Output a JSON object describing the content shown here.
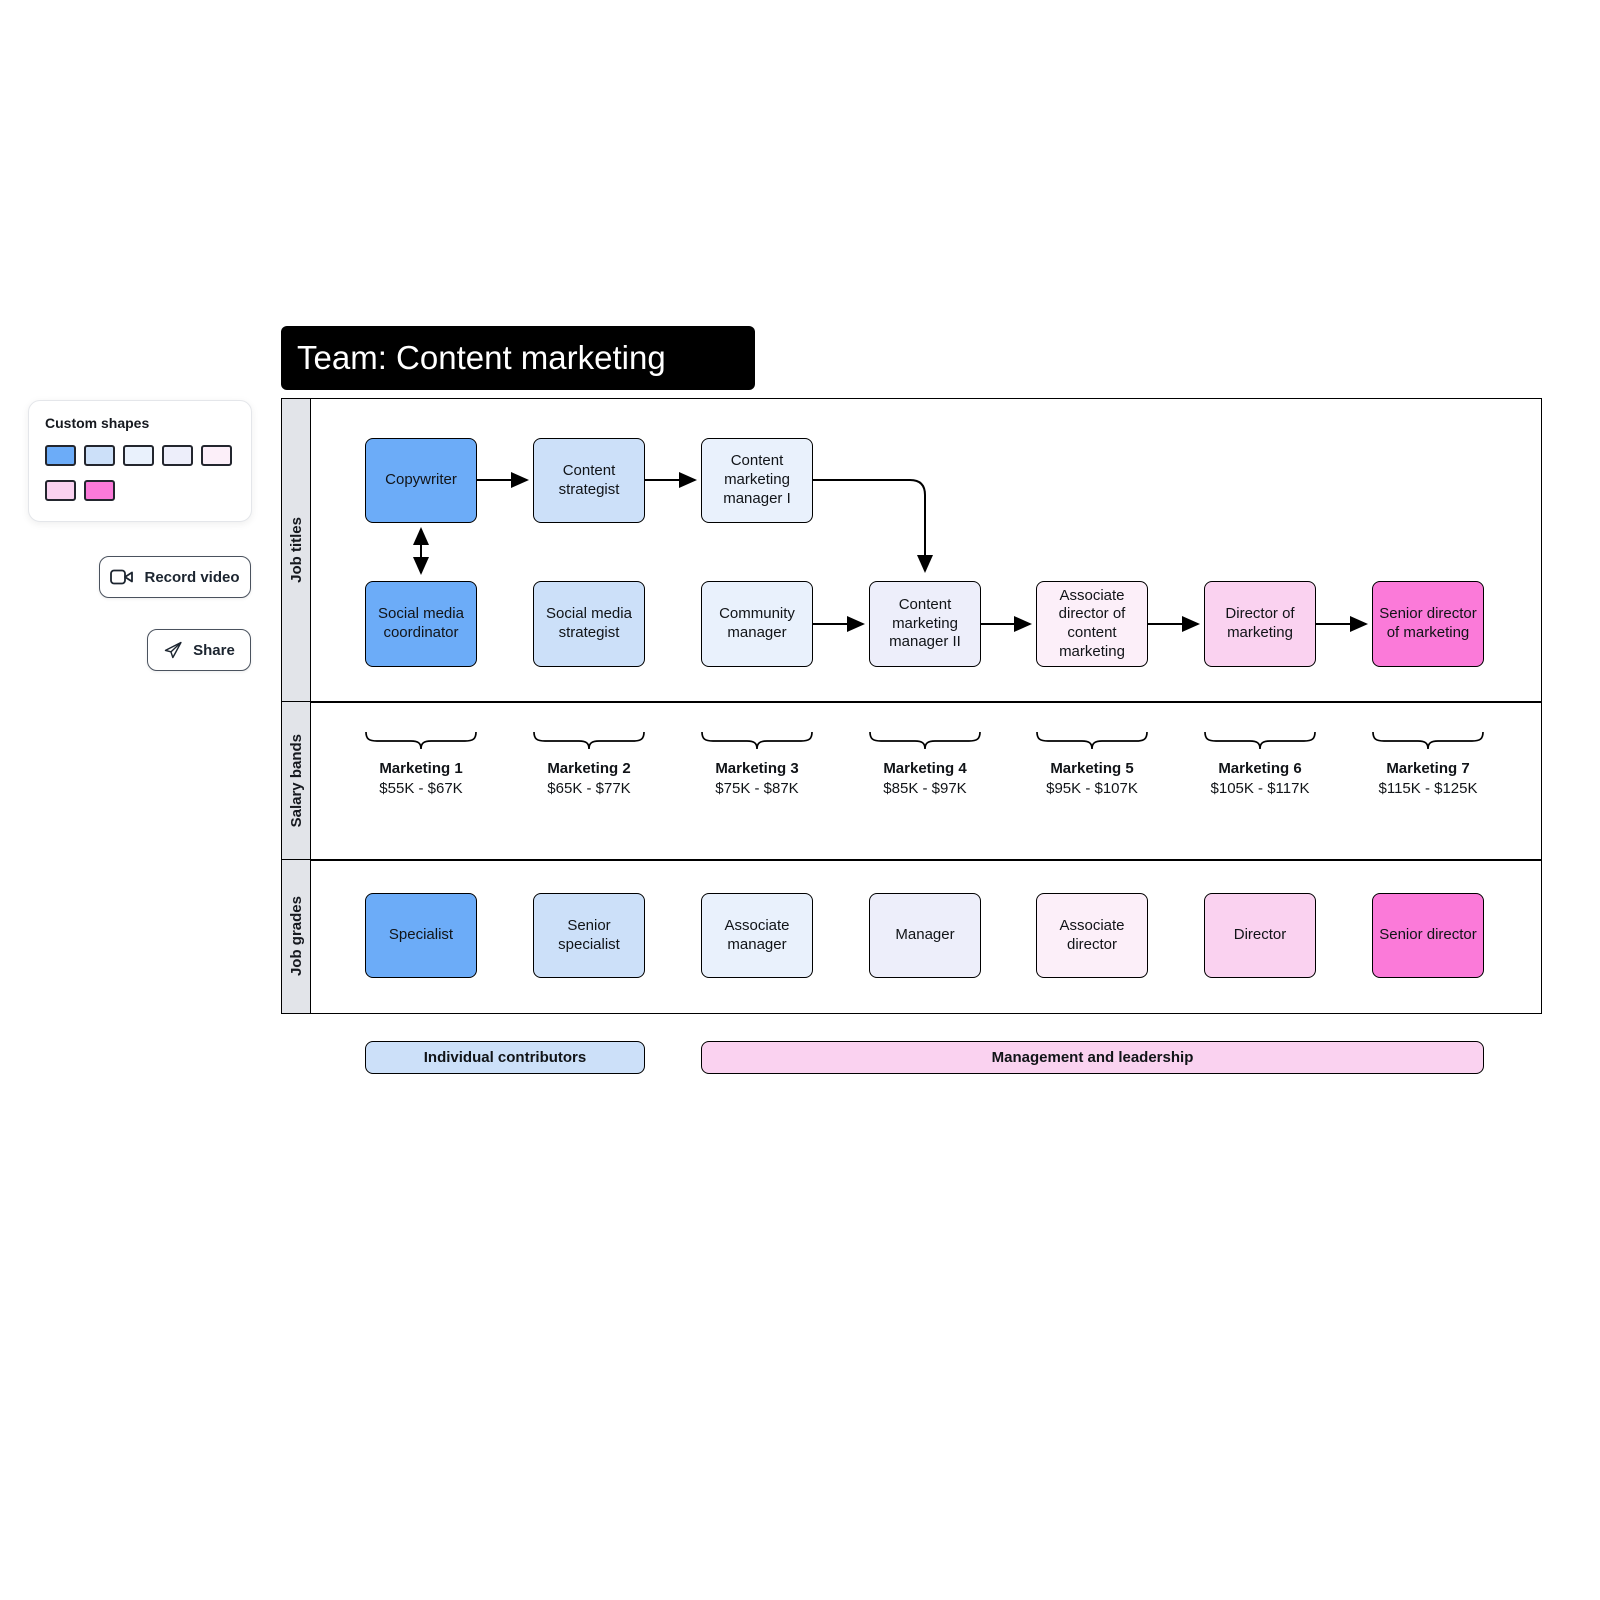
{
  "title": "Team: Content marketing",
  "palette": {
    "title_bg": "#000000",
    "row_band_gray": "#E2E4E9",
    "level1_blue": "#6CACF8",
    "level2_light_blue": "#CCE0F9",
    "level3_pale_blue": "#E9F1FC",
    "level4_lavender": "#EDEEFA",
    "level5_pale_pink": "#FCEFF9",
    "level6_light_pink": "#FAD2F0",
    "level7_magenta": "#FB7AD9"
  },
  "shapes_panel": {
    "title": "Custom shapes",
    "swatches": [
      "#6CACF8",
      "#CCE0F9",
      "#E9F1FC",
      "#EDEEFA",
      "#FCEFF9",
      "#FAD2F0",
      "#FB7AD9"
    ]
  },
  "buttons": {
    "record_video": "Record video",
    "share": "Share"
  },
  "rows": {
    "job_titles_label": "Job titles",
    "salary_bands_label": "Salary bands",
    "job_grades_label": "Job grades"
  },
  "job_titles": {
    "top_row": [
      {
        "label": "Copywriter"
      },
      {
        "label": "Content strategist"
      },
      {
        "label": "Content marketing manager I"
      }
    ],
    "bottom_row": [
      {
        "label": "Social media coordinator"
      },
      {
        "label": "Social media strategist"
      },
      {
        "label": "Community manager"
      },
      {
        "label": "Content marketing manager II"
      },
      {
        "label": "Associate director of content marketing"
      },
      {
        "label": "Director of marketing"
      },
      {
        "label": "Senior director of marketing"
      }
    ]
  },
  "salary_bands": [
    {
      "name": "Marketing 1",
      "range": "$55K - $67K"
    },
    {
      "name": "Marketing 2",
      "range": "$65K - $77K"
    },
    {
      "name": "Marketing 3",
      "range": "$75K - $87K"
    },
    {
      "name": "Marketing 4",
      "range": "$85K - $97K"
    },
    {
      "name": "Marketing 5",
      "range": "$95K - $107K"
    },
    {
      "name": "Marketing 6",
      "range": "$105K - $117K"
    },
    {
      "name": "Marketing 7",
      "range": "$115K - $125K"
    }
  ],
  "job_grades": [
    {
      "label": "Specialist"
    },
    {
      "label": "Senior specialist"
    },
    {
      "label": "Associate manager"
    },
    {
      "label": "Manager"
    },
    {
      "label": "Associate director"
    },
    {
      "label": "Director"
    },
    {
      "label": "Senior director"
    }
  ],
  "legend": {
    "individual": "Individual contributors",
    "management": "Management and leadership"
  }
}
